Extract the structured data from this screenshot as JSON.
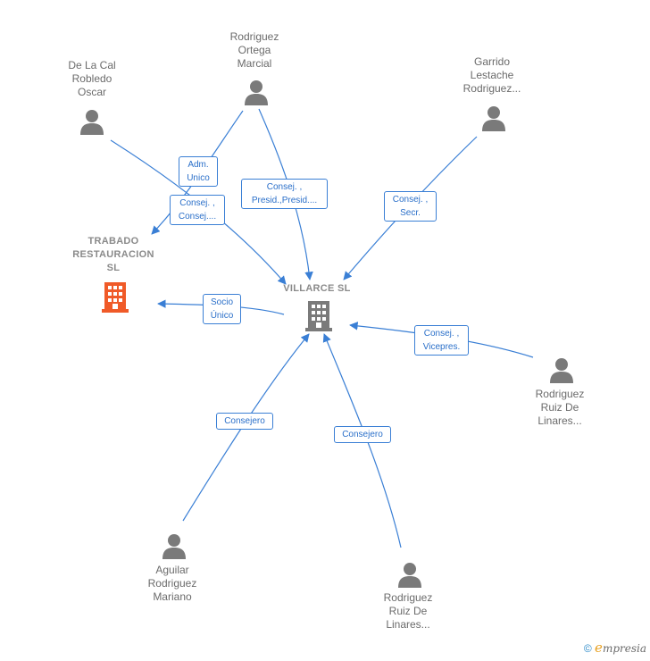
{
  "nodes": {
    "villarce": "VILLARCE SL",
    "trabado": [
      "TRABADO",
      "RESTAURACION",
      "SL"
    ],
    "de_la_cal": [
      "De La Cal",
      "Robledo",
      "Oscar"
    ],
    "rodriguez_ortega": [
      "Rodriguez",
      "Ortega",
      "Marcial"
    ],
    "garrido": [
      "Garrido",
      "Lestache",
      "Rodriguez..."
    ],
    "rodriguez_ruiz_right": [
      "Rodriguez",
      "Ruiz De",
      "Linares..."
    ],
    "aguilar": [
      "Aguilar",
      "Rodriguez",
      "Mariano"
    ],
    "rodriguez_ruiz_bottom": [
      "Rodriguez",
      "Ruiz De",
      "Linares..."
    ]
  },
  "edges": {
    "adm_unico": [
      "Adm.",
      "Unico"
    ],
    "consej_consej": [
      "Consej. ,",
      "Consej...."
    ],
    "consej_presid": [
      "Consej. ,",
      "Presid.,Presid...."
    ],
    "consej_secr": [
      "Consej. ,",
      "Secr."
    ],
    "socio_unico": [
      "Socio",
      "Único"
    ],
    "consej_vicepres": [
      "Consej. ,",
      "Vicepres."
    ],
    "consejero_left": "Consejero",
    "consejero_right": "Consejero"
  },
  "footer": {
    "copyright": "©",
    "brand_initial": "e",
    "brand_rest": "mpresia"
  },
  "colors": {
    "edge": "#3a7fd5",
    "person_icon": "#7a7a7a",
    "company_gray": "#7a7a7a",
    "company_highlight": "#f05a28"
  }
}
